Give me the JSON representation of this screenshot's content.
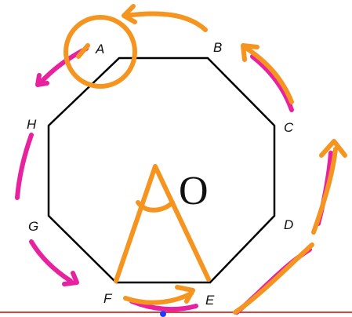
{
  "diagram": {
    "vertices": [
      "A",
      "B",
      "C",
      "D",
      "E",
      "F",
      "G",
      "H"
    ],
    "center_label": "O"
  },
  "colors": {
    "octagon_stroke": "#000000",
    "orange_marker": "#f5941f",
    "magenta_marker": "#e8219e",
    "baseline": "#e0403a",
    "dot": "#1e3cff",
    "background": "#ffffff"
  }
}
